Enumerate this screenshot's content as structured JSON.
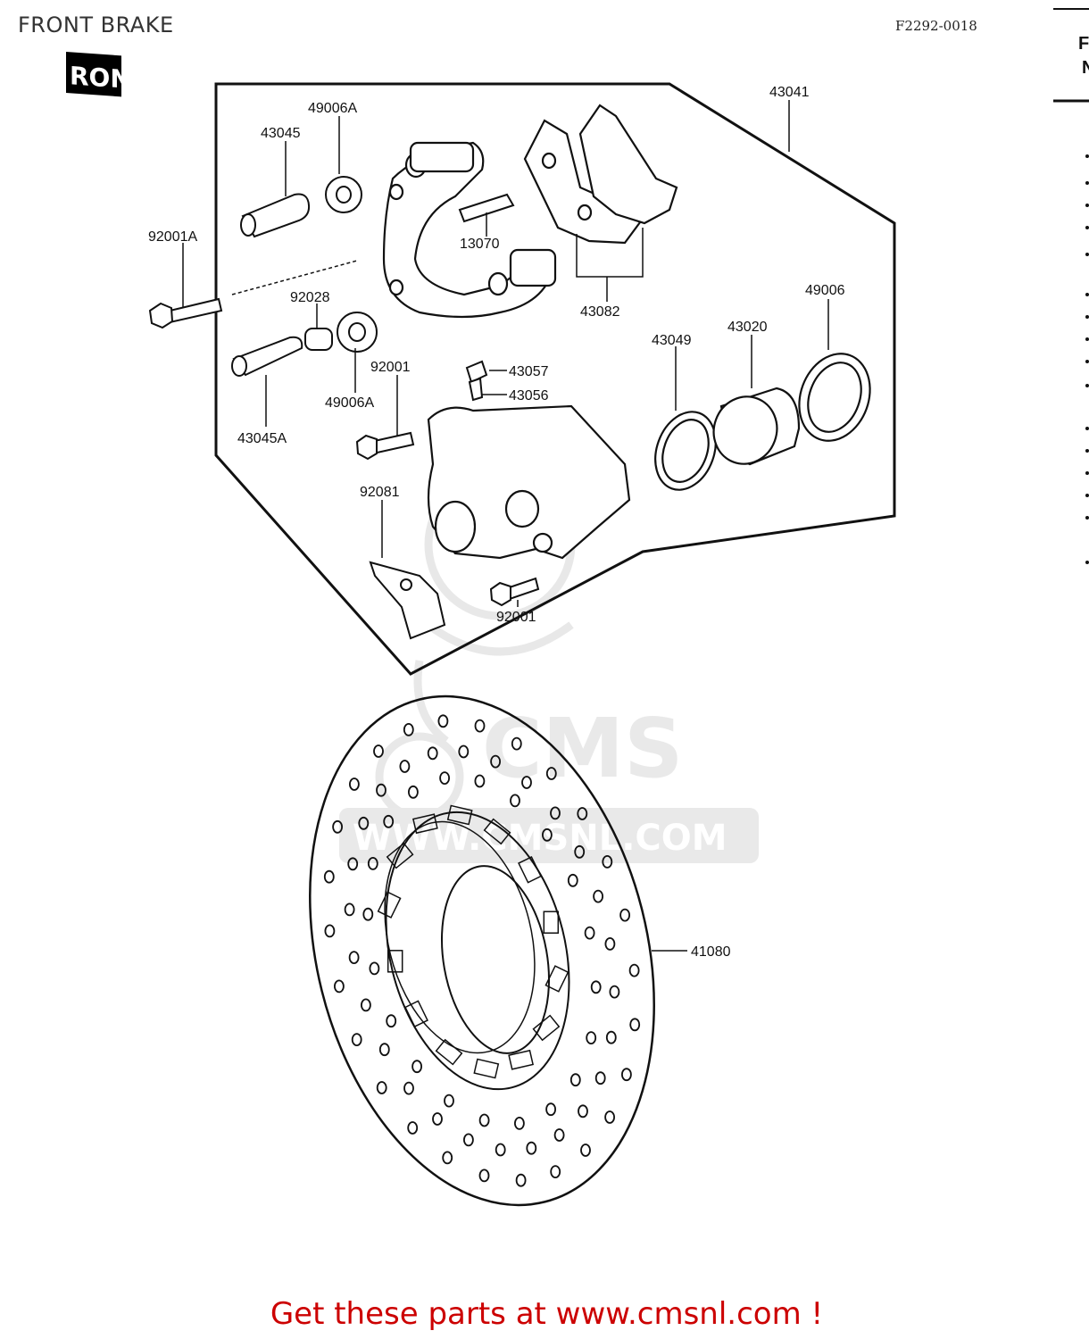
{
  "header": {
    "title": "FRONT BRAKE",
    "reference": "F2292-0018",
    "direction_badge": "FRONT"
  },
  "watermark": {
    "brand": "CMS",
    "url": "WWW.CMSNL.COM"
  },
  "side_panel": {
    "chars": [
      "F",
      "N"
    ]
  },
  "callouts": [
    {
      "id": "43041",
      "text": "43041"
    },
    {
      "id": "49006a-top",
      "text": "49006A"
    },
    {
      "id": "43045",
      "text": "43045"
    },
    {
      "id": "92001a",
      "text": "92001A"
    },
    {
      "id": "13070",
      "text": "13070"
    },
    {
      "id": "43082",
      "text": "43082"
    },
    {
      "id": "92028",
      "text": "92028"
    },
    {
      "id": "49006",
      "text": "49006"
    },
    {
      "id": "43049",
      "text": "43049"
    },
    {
      "id": "43020",
      "text": "43020"
    },
    {
      "id": "92001-top",
      "text": "92001"
    },
    {
      "id": "43057",
      "text": "43057"
    },
    {
      "id": "43056",
      "text": "43056"
    },
    {
      "id": "49006a-mid",
      "text": "49006A"
    },
    {
      "id": "43045a",
      "text": "43045A"
    },
    {
      "id": "92081",
      "text": "92081"
    },
    {
      "id": "92001-bottom",
      "text": "92001"
    },
    {
      "id": "41080",
      "text": "41080"
    }
  ],
  "footer": {
    "cta": "Get these parts at www.cmsnl.com !",
    "cta_color": "#cc0000"
  },
  "colors": {
    "line": "#111111",
    "watermark": "#e6e6e6"
  }
}
